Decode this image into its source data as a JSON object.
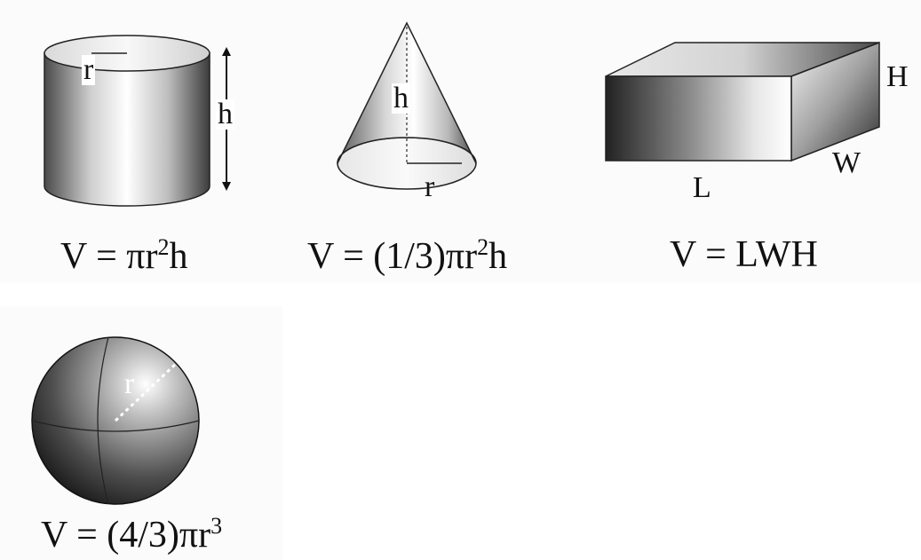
{
  "shapes": {
    "cylinder": {
      "radius_label": "r",
      "height_label": "h",
      "formula": {
        "prefix": "V = πr",
        "exponent": "2",
        "suffix": "h"
      }
    },
    "cone": {
      "height_label": "h",
      "radius_label": "r",
      "formula": {
        "prefix": "V = (1/3)πr",
        "exponent": "2",
        "suffix": "h"
      }
    },
    "box": {
      "height_label": "H",
      "width_label": "W",
      "length_label": "L",
      "formula": {
        "text": "V = LWH"
      }
    },
    "sphere": {
      "radius_label": "r",
      "formula": {
        "prefix": "V = (4/3)πr",
        "exponent": "3",
        "suffix": ""
      }
    }
  },
  "colors": {
    "ink": "#111111",
    "shade_dark": "#222222",
    "shade_light": "#f2f2f2"
  }
}
